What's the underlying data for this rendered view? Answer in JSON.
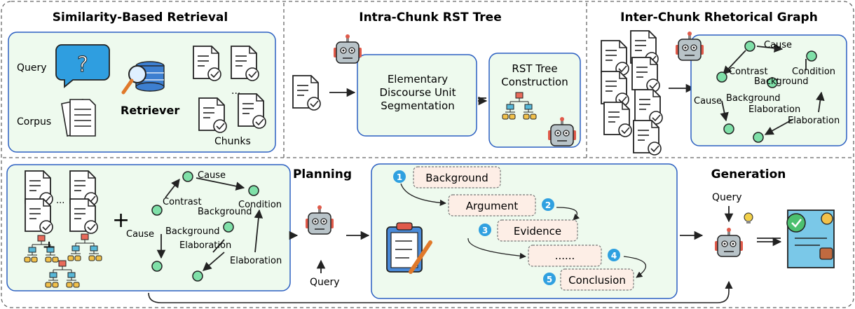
{
  "panels": {
    "retrieval": {
      "title": "Similarity-Based Retrieval",
      "query": "Query",
      "question_mark": "?",
      "corpus": "Corpus",
      "retriever": "Retriever",
      "ellipsis": "...",
      "chunks": "Chunks"
    },
    "rst": {
      "title": "Intra-Chunk RST Tree",
      "edu": [
        "Elementary",
        "Discourse Unit",
        "Segmentation"
      ],
      "construction": [
        "RST Tree",
        "Construction"
      ]
    },
    "graph": {
      "title": "Inter-Chunk Rhetorical Graph",
      "labels": [
        "Cause",
        "Contrast",
        "Background",
        "Condition",
        "Cause",
        "Background",
        "Elaboration",
        "Elaboration"
      ]
    },
    "bottom": {
      "ellipsis": "...",
      "plus": "+",
      "labels": [
        "Cause",
        "Contrast",
        "Background",
        "Condition",
        "Cause",
        "Background",
        "Elaboration",
        "Elaboration"
      ],
      "query": "Query"
    },
    "planning": {
      "title": "Planning",
      "steps": [
        {
          "num": "1",
          "label": "Background"
        },
        {
          "num": "2",
          "label": "Argument"
        },
        {
          "num": "3",
          "label": "Evidence"
        },
        {
          "num": "4",
          "label": "......"
        },
        {
          "num": "5",
          "label": "Conclusion"
        }
      ]
    },
    "generation": {
      "title": "Generation",
      "query": "Query"
    }
  },
  "colors": {
    "panel_fill": "#eefaee",
    "panel_border": "#2b5fc2",
    "node_fill": "#7fe0a8",
    "step_fill": "#fdeee6",
    "step_num": "#2fa0e0",
    "bubble": "#2f9ee0",
    "robot": "#b8c3c8"
  }
}
